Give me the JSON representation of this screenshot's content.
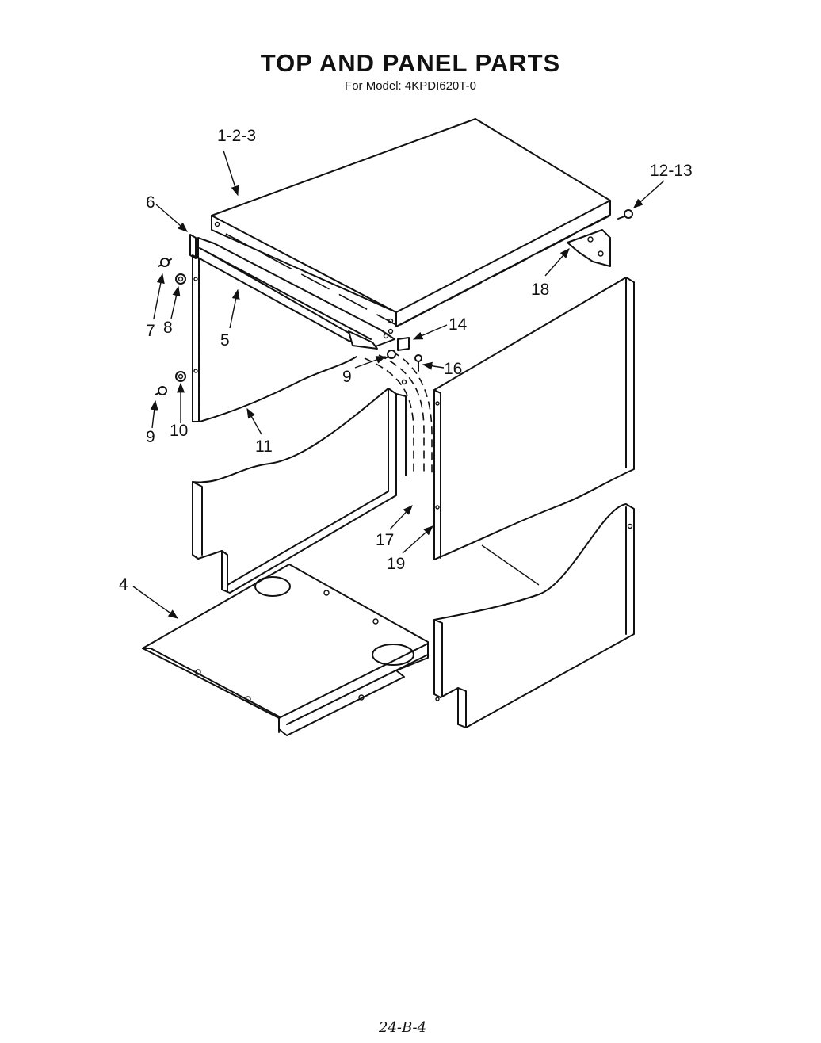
{
  "title": "TOP AND PANEL PARTS",
  "subtitle": "For Model: 4KPDI620T-0",
  "footer": "24-B-4",
  "callouts": {
    "c123": "1-2-3",
    "c1213": "12-13",
    "c6": "6",
    "c7": "7",
    "c8": "8",
    "c5": "5",
    "c14": "14",
    "c18": "18",
    "c9a": "9",
    "c16": "16",
    "c9b": "9",
    "c10": "10",
    "c11": "11",
    "c17": "17",
    "c19": "19",
    "c4": "4"
  }
}
